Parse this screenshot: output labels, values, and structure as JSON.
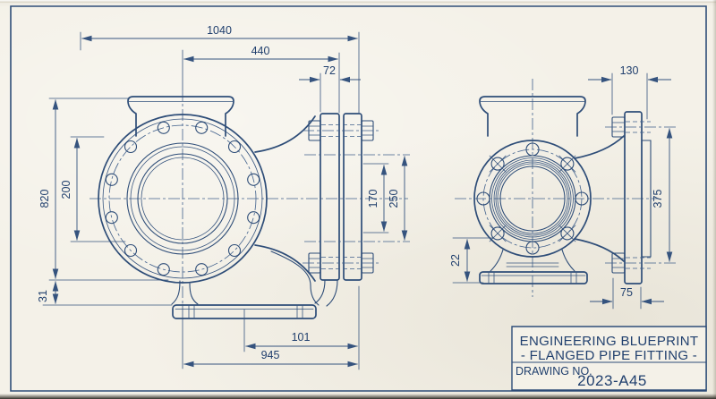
{
  "title_block": {
    "title_line1": "ENGINEERING BLUEPRINT",
    "title_line2": "- FLANGED PIPE FITTING -",
    "drawing_no_label": "DRAWING NO.",
    "drawing_no_value": "2023-A45"
  },
  "dims_front": {
    "overall_width": "1040",
    "center_to_branch": "440",
    "flange_stack": "72",
    "overall_height": "820",
    "hub_spacing": "200",
    "bore": "170",
    "raised_face": "250",
    "base_clearance": "31",
    "base_offset": "101",
    "center_to_face": "945"
  },
  "dims_side": {
    "nozzle_width": "130",
    "bolt_span": "375",
    "base_rise": "22",
    "flange_thickness": "75"
  },
  "colors": {
    "ink": "#2e4d78",
    "paper": "#f4f1e8"
  }
}
